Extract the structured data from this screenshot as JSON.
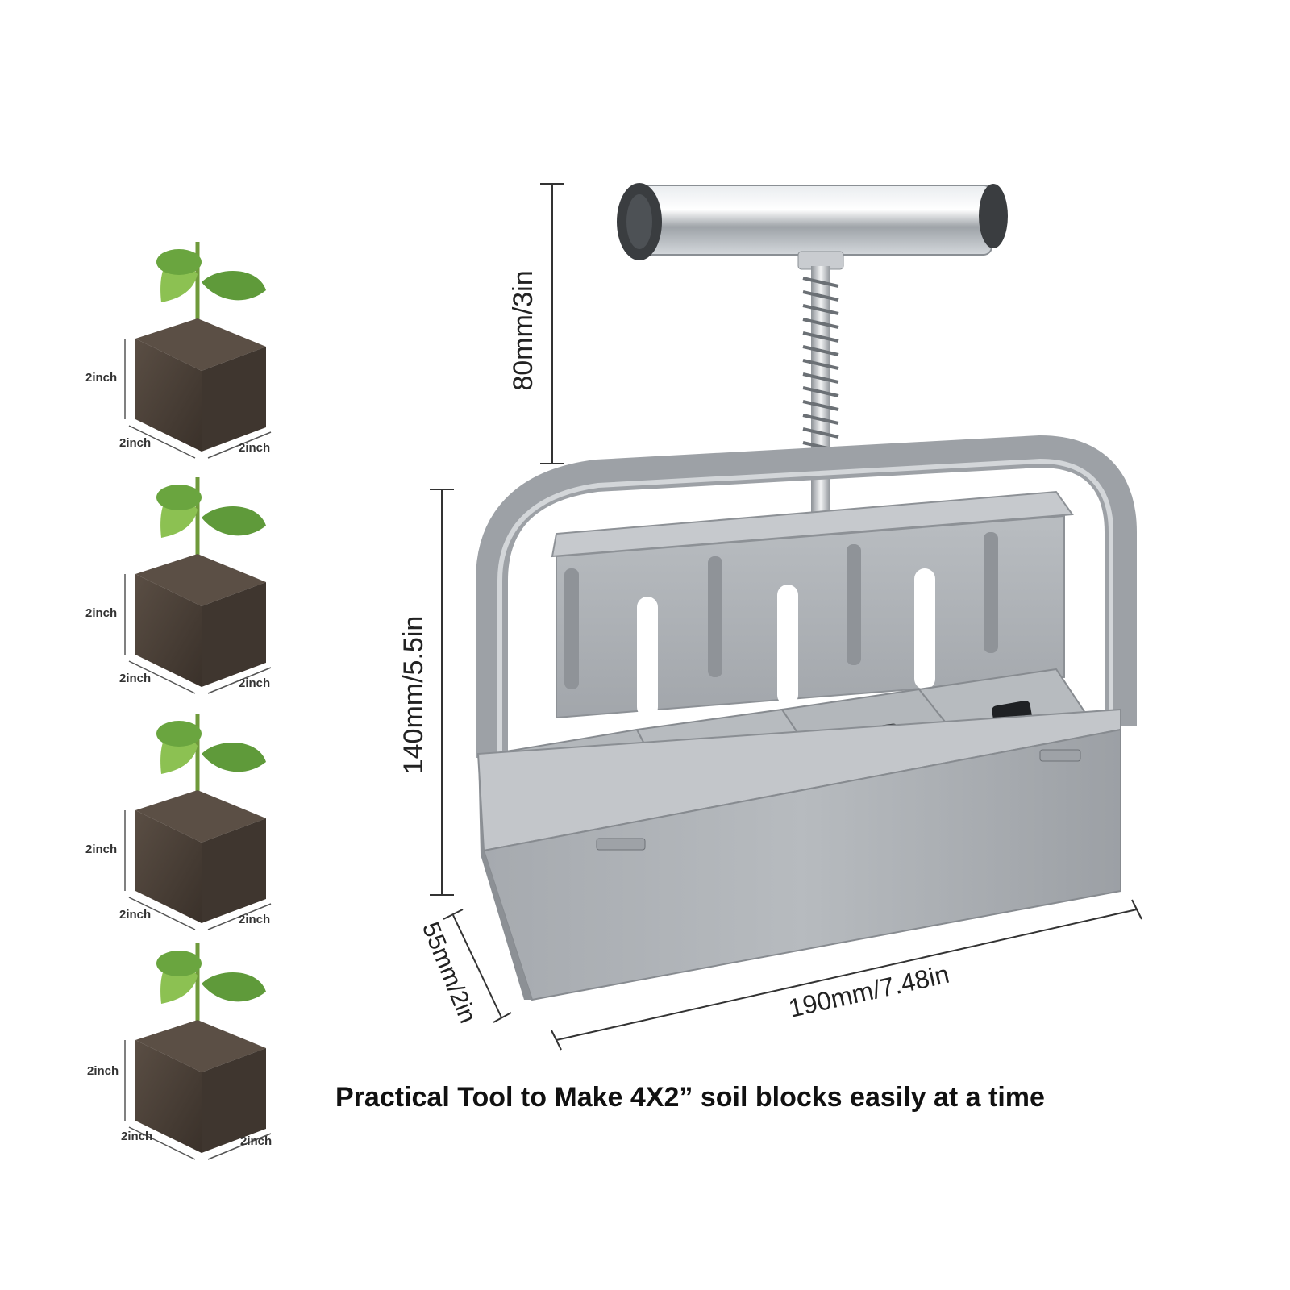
{
  "caption": "Practical Tool to Make 4X2” soil blocks easily at a time",
  "dimensions": {
    "handle_height": "80mm/3in",
    "body_height": "140mm/5.5in",
    "depth": "55mm/2in",
    "width": "190mm/7.48in"
  },
  "soil_blocks": [
    {
      "height": "2inch",
      "left_base": "2inch",
      "right_base": "2inch"
    },
    {
      "height": "2inch",
      "left_base": "2inch",
      "right_base": "2inch"
    },
    {
      "height": "2inch",
      "left_base": "2inch",
      "right_base": "2inch"
    },
    {
      "height": "2inch",
      "left_base": "2inch",
      "right_base": "2inch"
    }
  ],
  "colors": {
    "metal": "#a9adb2",
    "metal_dark": "#7f8489",
    "soil": "#4a3f36",
    "leaf": "#7cb84a",
    "dim_line": "#333333"
  }
}
